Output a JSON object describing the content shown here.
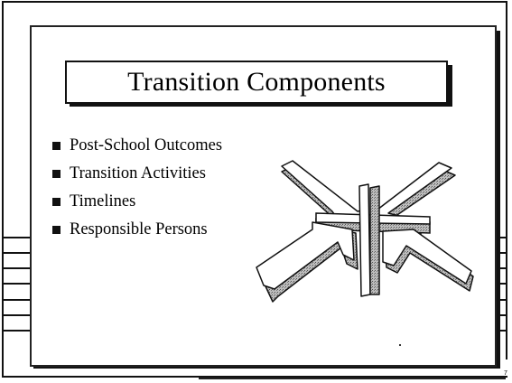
{
  "slide": {
    "title": "Transition Components",
    "bullets": [
      "Post-School Outcomes",
      "Transition Activities",
      "Timelines",
      "Responsible Persons"
    ],
    "page_number": "7"
  },
  "graphic": {
    "icon": "four-arrows-converging-icon"
  },
  "colors": {
    "ink": "#111111",
    "paper": "#ffffff",
    "arrow_side": "#9a9a9a"
  }
}
